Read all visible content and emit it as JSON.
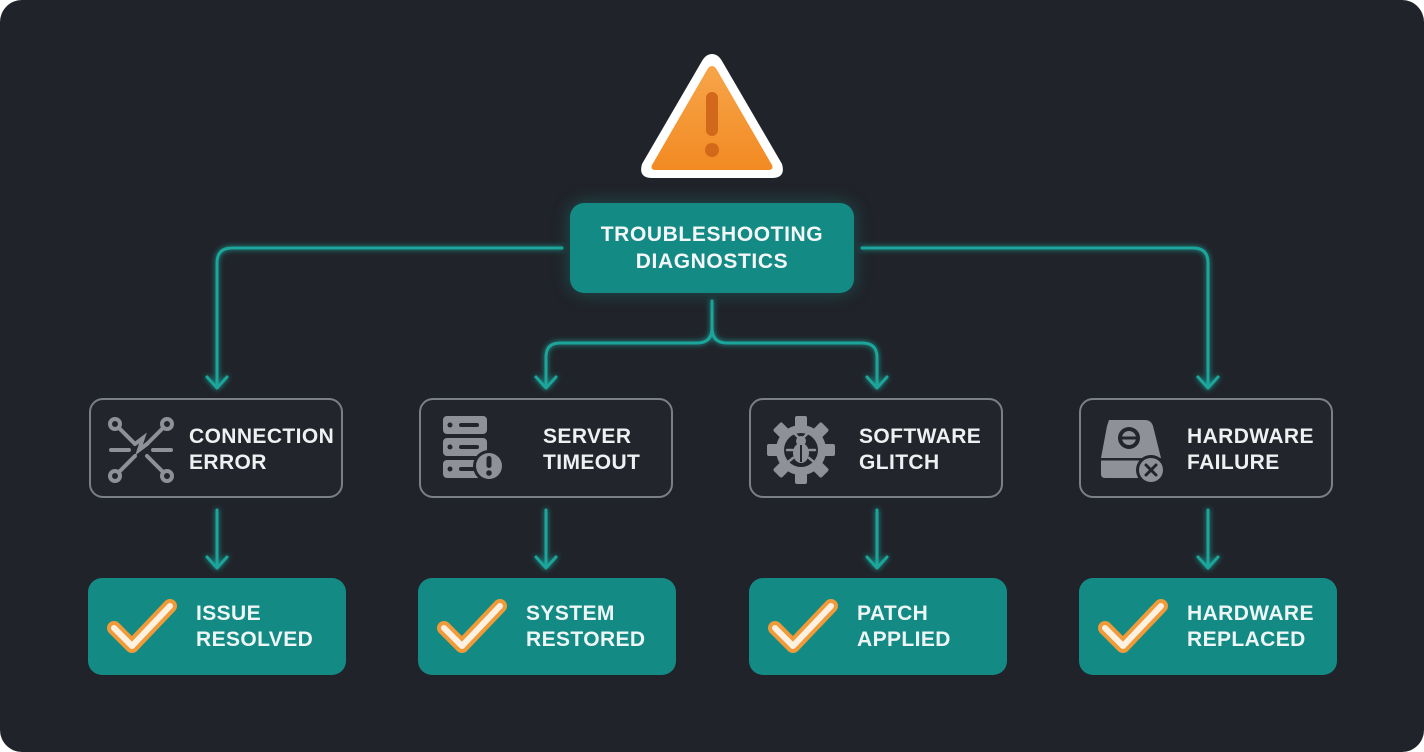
{
  "diagram": {
    "root": {
      "line1": "TROUBLESHOOTING",
      "line2": "DIAGNOSTICS",
      "icon": "warning-triangle-icon"
    },
    "branches": [
      {
        "issue": {
          "line1": "CONNECTION",
          "line2": "ERROR",
          "icon": "broken-connection-icon"
        },
        "resolution": {
          "line1": "ISSUE",
          "line2": "RESOLVED",
          "icon": "checkmark-icon"
        }
      },
      {
        "issue": {
          "line1": "SERVER",
          "line2": "TIMEOUT",
          "icon": "server-alert-icon"
        },
        "resolution": {
          "line1": "SYSTEM",
          "line2": "RESTORED",
          "icon": "checkmark-icon"
        }
      },
      {
        "issue": {
          "line1": "SOFTWARE",
          "line2": "GLITCH",
          "icon": "gear-bug-icon"
        },
        "resolution": {
          "line1": "PATCH",
          "line2": "APPLIED",
          "icon": "checkmark-icon"
        }
      },
      {
        "issue": {
          "line1": "HARDWARE",
          "line2": "FAILURE",
          "icon": "hard-drive-error-icon"
        },
        "resolution": {
          "line1": "HARDWARE",
          "line2": "REPLACED",
          "icon": "checkmark-icon"
        }
      }
    ]
  },
  "colors": {
    "background": "#202329",
    "accent_teal": "#148a85",
    "connector": "#1aa59b",
    "warning_orange": "#f5962e",
    "issue_border": "#7b7f86",
    "icon_gray": "#8e9298"
  }
}
